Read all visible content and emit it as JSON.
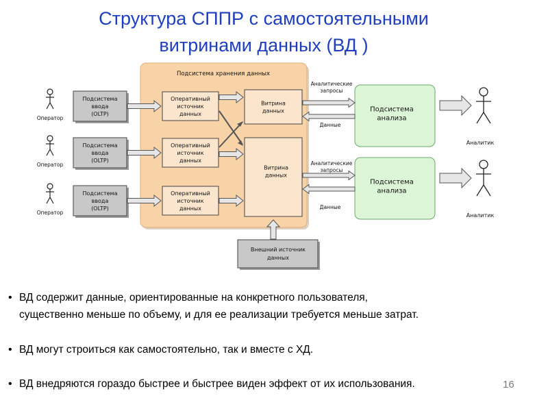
{
  "slide": {
    "title_line1": "Структура СППР с самостоятельными",
    "title_line2": "витринами данных (ВД )",
    "page_number": "16"
  },
  "diagram": {
    "storage_label": "Подсистема хранения данных",
    "operator_label": "Оператор",
    "analyst_label": "Аналитик",
    "input_lines": [
      "Подсистема",
      "ввода",
      "(OLTP)"
    ],
    "source_lines": [
      "Оперативный",
      "источник",
      "данных"
    ],
    "mart_lines": [
      "Витрина",
      "данных"
    ],
    "external_lines": [
      "Внешний источник",
      "данных"
    ],
    "analysis_lines": [
      "Подсистема",
      "анализа"
    ],
    "queries_lines": [
      "Аналитические",
      "запросы"
    ],
    "data_label": "Данные"
  },
  "bullets": [
    [
      "ВД содержит данные, ориентированные на конкретного пользователя,",
      "существенно меньше по объему, и для ее реализации требуется меньше затрат."
    ],
    [
      "ВД могут строиться как самостоятельно, так и вместе с ХД."
    ],
    [
      "ВД внедряются гораздо быстрее и быстрее виден эффект от их использования."
    ]
  ],
  "colors": {
    "title": "#1f3fbf",
    "storage_fill": "#f8d3a8",
    "box_fill": "#fbe5cc",
    "gray_box": "#c8c8c8",
    "analysis_fill": "#dbf5d6",
    "arrow_fill": "#e6e6e6"
  }
}
